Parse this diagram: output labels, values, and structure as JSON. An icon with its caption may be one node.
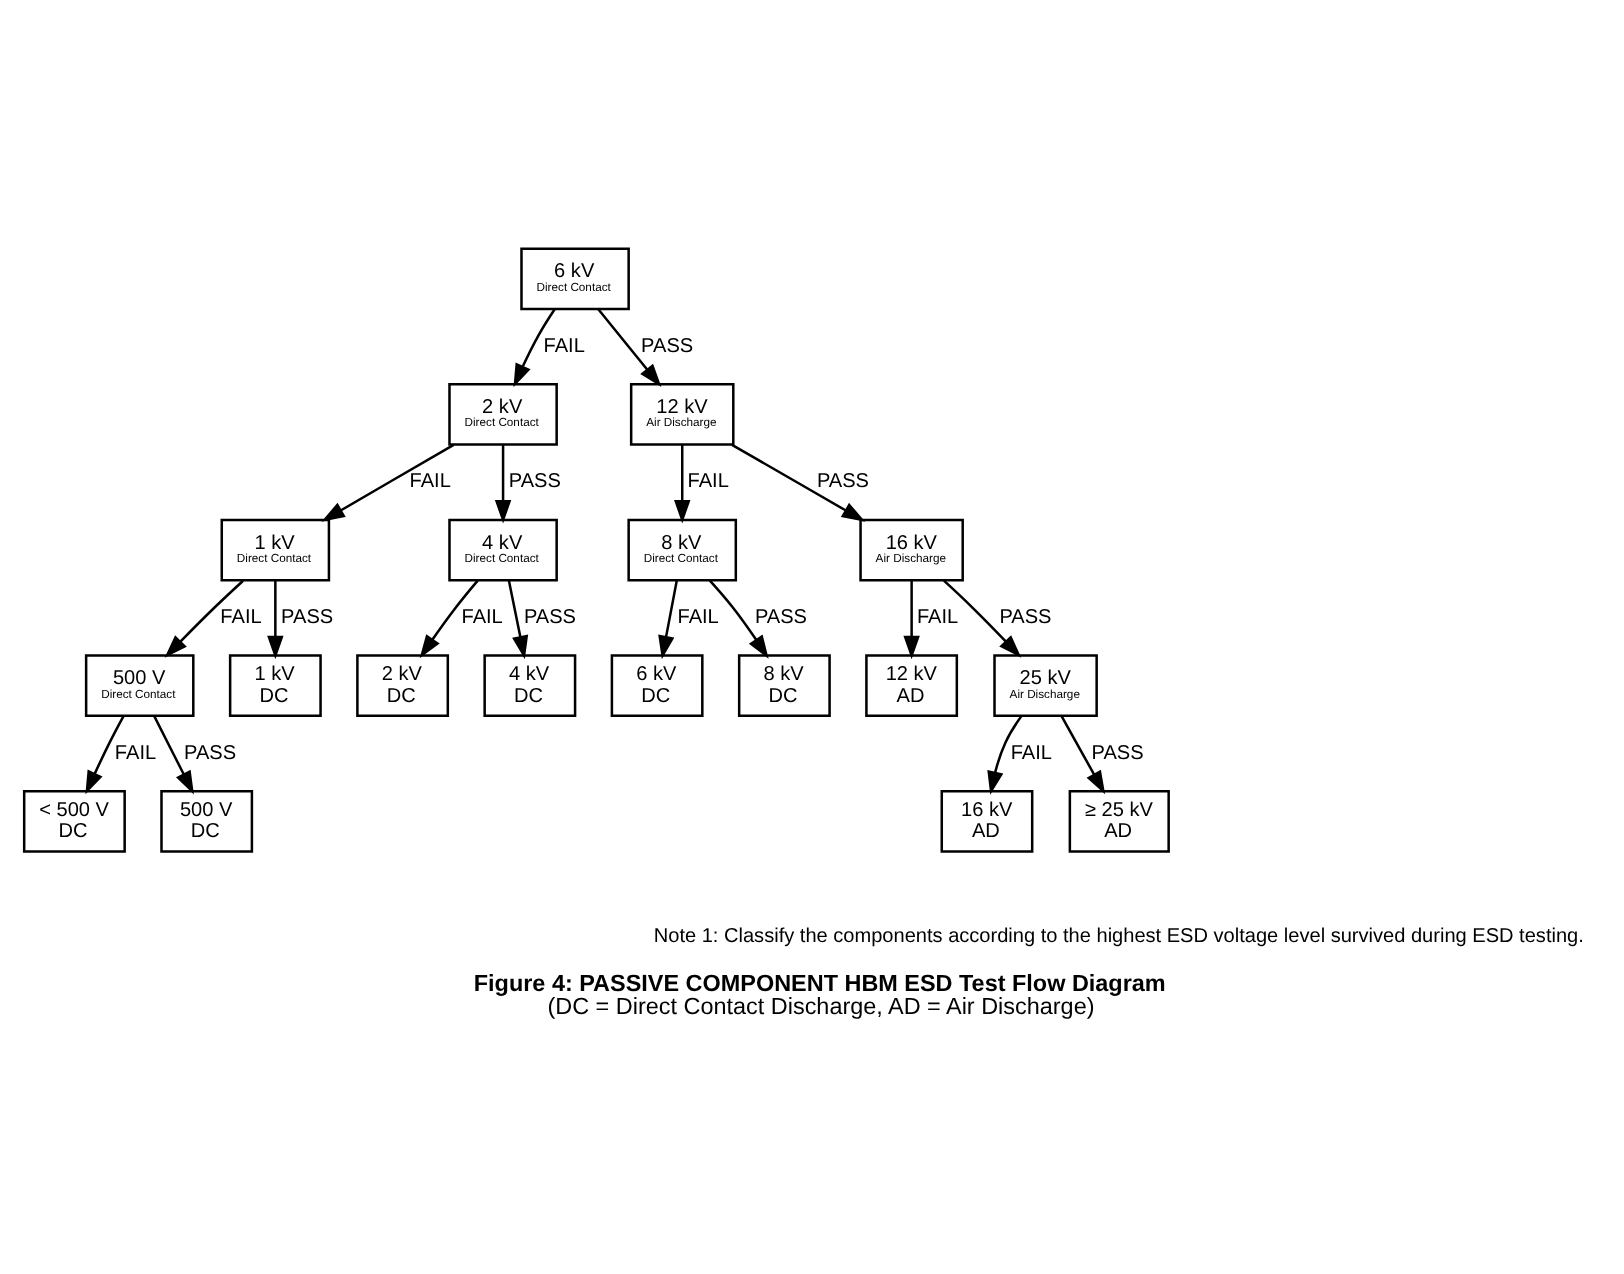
{
  "diagram": {
    "title": "Figure 4: PASSIVE COMPONENT HBM ESD Test Flow Diagram",
    "caption": "(DC = Direct Contact Discharge, AD = Air Discharge)",
    "nodes": [
      {
        "text": [
          "6 kV",
          "Direct Contact"
        ]
      },
      {
        "text": [
          "2 kV",
          "Direct Contact"
        ]
      },
      {
        "text": [
          "12 kV",
          "Air Discharge"
        ]
      },
      {
        "text": [
          "1 kV",
          "Direct Contact"
        ]
      },
      {
        "text": [
          "4 kV",
          "Direct Contact"
        ]
      },
      {
        "text": [
          "8 kV",
          "Direct Contact"
        ]
      },
      {
        "text": [
          "16 kV",
          "Air Discharge"
        ]
      },
      {
        "text": [
          "500 V",
          "Direct Contact"
        ]
      },
      {
        "text": [
          "1 kV DC"
        ]
      },
      {
        "text": [
          "2 kV DC"
        ]
      },
      {
        "text": [
          "4 kV DC"
        ]
      },
      {
        "text": [
          "6 kV DC"
        ]
      },
      {
        "text": [
          "8 kV DC"
        ]
      },
      {
        "text": [
          "12 kV AD"
        ]
      },
      {
        "text": [
          "25 kV",
          "Air Discharge"
        ]
      },
      {
        "text": [
          "< 500 V DC"
        ]
      },
      {
        "text": [
          "500 V DC"
        ]
      },
      {
        "text": [
          "16 kV AD"
        ]
      },
      {
        "text": [
          "≥ 25 kV AD"
        ]
      }
    ],
    "edges": [
      {
        "from": 0,
        "to": 1,
        "arrow": "to",
        "label": "FAIL"
      },
      {
        "from": 0,
        "to": 2,
        "arrow": "to",
        "label": "PASS"
      },
      {
        "from": 1,
        "to": 3,
        "arrow": "to",
        "label": "FAIL"
      },
      {
        "from": 1,
        "to": 4,
        "arrow": "to",
        "label": "PASS"
      },
      {
        "from": 2,
        "to": 5,
        "arrow": "to",
        "label": "FAIL"
      },
      {
        "from": 2,
        "to": 6,
        "arrow": "to",
        "label": "PASS"
      },
      {
        "from": 3,
        "to": 7,
        "arrow": "to",
        "label": "FAIL"
      },
      {
        "from": 3,
        "to": 8,
        "arrow": "to",
        "label": "PASS"
      },
      {
        "from": 4,
        "to": 9,
        "arrow": "to",
        "label": "FAIL"
      },
      {
        "from": 4,
        "to": 10,
        "arrow": "to",
        "label": "PASS"
      },
      {
        "from": 5,
        "to": 11,
        "arrow": "to",
        "label": "FAIL"
      },
      {
        "from": 5,
        "to": 12,
        "arrow": "to",
        "label": "PASS"
      },
      {
        "from": 6,
        "to": 13,
        "arrow": "to",
        "label": "FAIL"
      },
      {
        "from": 6,
        "to": 14,
        "arrow": "to",
        "label": "PASS"
      },
      {
        "from": 7,
        "to": 15,
        "arrow": "to",
        "label": "FAIL"
      },
      {
        "from": 7,
        "to": 16,
        "arrow": "to",
        "label": "PASS"
      },
      {
        "from": 14,
        "to": 17,
        "arrow": "to",
        "label": "FAIL"
      },
      {
        "from": 14,
        "to": 18,
        "arrow": "to",
        "label": "PASS"
      }
    ],
    "labels": [
      "Note 1: Classify the components according to the highest ESD voltage level survived during ESD testing."
    ]
  }
}
